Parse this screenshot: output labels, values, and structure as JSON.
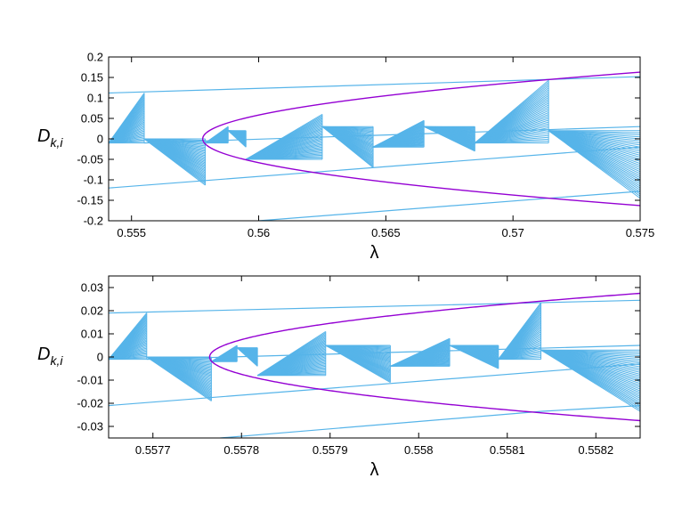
{
  "chart_data": [
    {
      "type": "line",
      "xlabel": "λ",
      "ylabel": "D_{k,i}",
      "xlim": [
        0.5541,
        0.575
      ],
      "ylim": [
        -0.2,
        0.2
      ],
      "xticks": [
        0.555,
        0.56,
        0.565,
        0.57,
        0.575
      ],
      "xtick_labels": [
        "0.555",
        "0.56",
        "0.565",
        "0.57",
        "0.575"
      ],
      "yticks": [
        -0.2,
        -0.15,
        -0.1,
        -0.05,
        0,
        0.05,
        0.1,
        0.15,
        0.2
      ],
      "ytick_labels": [
        "-0.2",
        "-0.15",
        "-0.1",
        "-0.05",
        "0",
        "0.05",
        "0.1",
        "0.15",
        "0.2"
      ],
      "grid": false,
      "legend": "none",
      "colors": {
        "fan": "#56b4e9",
        "envelope": "#9400d3"
      },
      "envelope_vertex": [
        0.5578,
        0.0
      ],
      "envelope_end": [
        0.575,
        0.163
      ],
      "fans": [
        {
          "x0": 0.5541,
          "x1": 0.5555,
          "top": 0.112,
          "bottom": -0.01,
          "dir": "up"
        },
        {
          "x0": 0.5555,
          "x1": 0.5579,
          "top": 0.0,
          "bottom": -0.113,
          "dir": "down"
        },
        {
          "x0": 0.5579,
          "x1": 0.5588,
          "top": 0.03,
          "bottom": -0.01,
          "dir": "up"
        },
        {
          "x0": 0.5588,
          "x1": 0.5595,
          "top": 0.02,
          "bottom": -0.02,
          "dir": "down"
        },
        {
          "x0": 0.5595,
          "x1": 0.5625,
          "top": 0.06,
          "bottom": -0.05,
          "dir": "up"
        },
        {
          "x0": 0.5625,
          "x1": 0.5645,
          "top": 0.03,
          "bottom": -0.07,
          "dir": "down"
        },
        {
          "x0": 0.5645,
          "x1": 0.5665,
          "top": 0.045,
          "bottom": -0.02,
          "dir": "up"
        },
        {
          "x0": 0.5665,
          "x1": 0.5685,
          "top": 0.03,
          "bottom": -0.03,
          "dir": "down"
        },
        {
          "x0": 0.5685,
          "x1": 0.5714,
          "top": 0.143,
          "bottom": -0.01,
          "dir": "up"
        },
        {
          "x0": 0.5714,
          "x1": 0.575,
          "top": 0.02,
          "bottom": -0.145,
          "dir": "down"
        }
      ],
      "long_lines": [
        {
          "x": [
            0.5541,
            0.575
          ],
          "y": [
            0.112,
            0.152
          ]
        },
        {
          "x": [
            0.5541,
            0.575
          ],
          "y": [
            -0.12,
            -0.02
          ]
        },
        {
          "x": [
            0.5555,
            0.575
          ],
          "y": [
            -0.01,
            0.03
          ]
        },
        {
          "x": [
            0.56,
            0.5714
          ],
          "y": [
            -0.2,
            -0.145
          ]
        },
        {
          "x": [
            0.5714,
            0.575
          ],
          "y": [
            -0.145,
            -0.128
          ]
        }
      ]
    },
    {
      "type": "line",
      "xlabel": "λ",
      "ylabel": "D_{k,i}",
      "xlim": [
        0.55765,
        0.55825
      ],
      "ylim": [
        -0.035,
        0.035
      ],
      "xticks": [
        0.5577,
        0.5578,
        0.5579,
        0.558,
        0.5581,
        0.5582
      ],
      "xtick_labels": [
        "0.5577",
        "0.5578",
        "0.5579",
        "0.558",
        "0.5581",
        "0.5582"
      ],
      "yticks": [
        -0.03,
        -0.02,
        -0.01,
        0,
        0.01,
        0.02,
        0.03
      ],
      "ytick_labels": [
        "-0.03",
        "-0.02",
        "-0.01",
        "0",
        "0.01",
        "0.02",
        "0.03"
      ],
      "grid": false,
      "legend": "none",
      "colors": {
        "fan": "#56b4e9",
        "envelope": "#9400d3"
      },
      "envelope_vertex": [
        0.557764,
        0.0
      ],
      "envelope_end": [
        0.55825,
        0.0275
      ],
      "fans": [
        {
          "x0": 0.55765,
          "x1": 0.557693,
          "top": 0.019,
          "bottom": -0.001,
          "dir": "up"
        },
        {
          "x0": 0.557693,
          "x1": 0.557766,
          "top": 0.0,
          "bottom": -0.019,
          "dir": "down"
        },
        {
          "x0": 0.557766,
          "x1": 0.557795,
          "top": 0.005,
          "bottom": -0.002,
          "dir": "up"
        },
        {
          "x0": 0.557795,
          "x1": 0.557818,
          "top": 0.004,
          "bottom": -0.004,
          "dir": "down"
        },
        {
          "x0": 0.557818,
          "x1": 0.557895,
          "top": 0.011,
          "bottom": -0.008,
          "dir": "up"
        },
        {
          "x0": 0.557895,
          "x1": 0.557968,
          "top": 0.005,
          "bottom": -0.011,
          "dir": "down"
        },
        {
          "x0": 0.557968,
          "x1": 0.558035,
          "top": 0.008,
          "bottom": -0.004,
          "dir": "up"
        },
        {
          "x0": 0.558035,
          "x1": 0.55809,
          "top": 0.005,
          "bottom": -0.005,
          "dir": "down"
        },
        {
          "x0": 0.55809,
          "x1": 0.558138,
          "top": 0.0235,
          "bottom": -0.001,
          "dir": "up"
        },
        {
          "x0": 0.558138,
          "x1": 0.55825,
          "top": 0.003,
          "bottom": -0.0235,
          "dir": "down"
        }
      ],
      "long_lines": [
        {
          "x": [
            0.55765,
            0.55825
          ],
          "y": [
            0.019,
            0.0245
          ]
        },
        {
          "x": [
            0.55765,
            0.55825
          ],
          "y": [
            -0.021,
            -0.003
          ]
        },
        {
          "x": [
            0.557693,
            0.55825
          ],
          "y": [
            -0.001,
            0.005
          ]
        },
        {
          "x": [
            0.557776,
            0.558138
          ],
          "y": [
            -0.035,
            -0.0235
          ]
        },
        {
          "x": [
            0.558138,
            0.55825
          ],
          "y": [
            -0.0235,
            -0.021
          ]
        }
      ]
    }
  ]
}
